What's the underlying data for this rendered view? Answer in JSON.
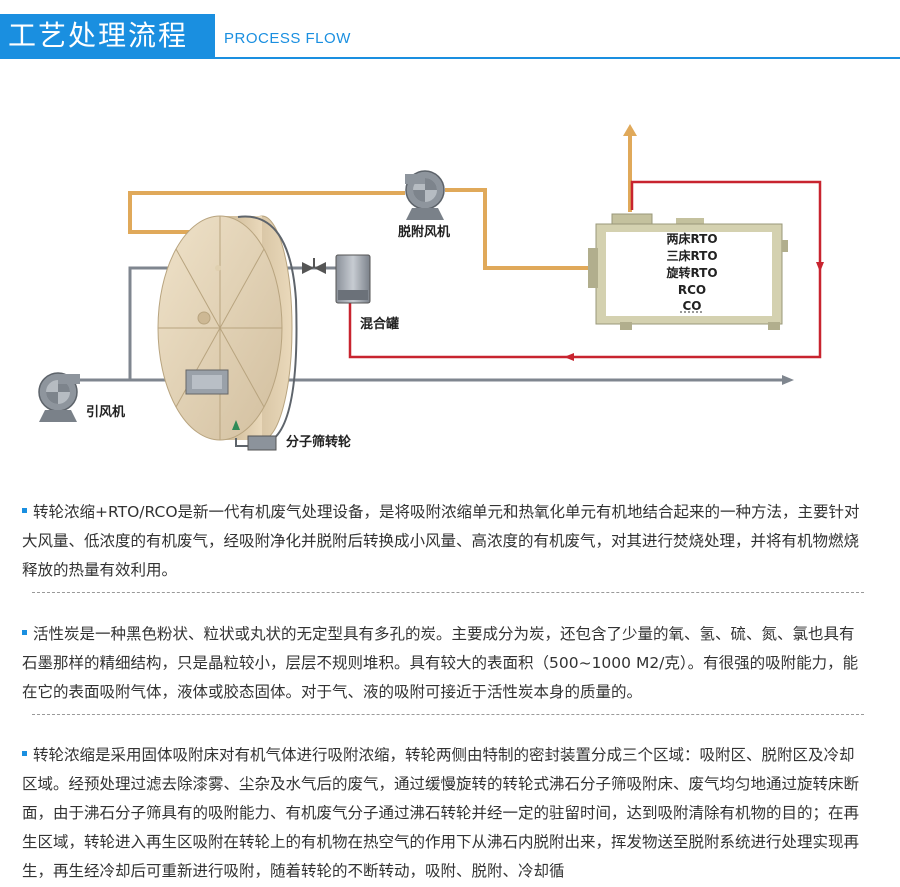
{
  "header": {
    "title": "工艺处理流程",
    "subtitle": "PROCESS FLOW"
  },
  "diagram": {
    "labels": {
      "desorption_fan": "脱附风机",
      "mixing_tank": "混合罐",
      "induced_fan": "引风机",
      "zeolite_wheel": "分子筛转轮",
      "rto_two_bed": "两床RTO",
      "rto_three_bed": "三床RTO",
      "rto_rotary": "旋转RTO",
      "rco": "RCO",
      "co": "CO"
    },
    "colors": {
      "orange_line": "#e0a95a",
      "gray_line": "#7f868f",
      "red_line": "#c8242f",
      "rto_frame": "#b9b794"
    }
  },
  "paragraphs": [
    "转轮浓缩+RTO/RCO是新一代有机废气处理设备，是将吸附浓缩单元和热氧化单元有机地结合起来的一种方法，主要针对大风量、低浓度的有机废气，经吸附净化并脱附后转换成小风量、高浓度的有机废气，对其进行焚烧处理，并将有机物燃烧释放的热量有效利用。",
    "活性炭是一种黑色粉状、粒状或丸状的无定型具有多孔的炭。主要成分为炭，还包含了少量的氧、氢、硫、氮、氯也具有石墨那样的精细结构，只是晶粒较小，层层不规则堆积。具有较大的表面积（500~1000 M2/克）。有很强的吸附能力，能在它的表面吸附气体，液体或胶态固体。对于气、液的吸附可接近于活性炭本身的质量的。",
    "转轮浓缩是采用固体吸附床对有机气体进行吸附浓缩，转轮两侧由特制的密封装置分成三个区域：吸附区、脱附区及冷却区域。经预处理过滤去除漆雾、尘杂及水气后的废气，通过缓慢旋转的转轮式沸石分子筛吸附床、废气均匀地通过旋转床断面，由于沸石分子筛具有的吸附能力、有机废气分子通过沸石转轮并经一定的驻留时间，达到吸附清除有机物的目的；在再生区域，转轮进入再生区吸附在转轮上的有机物在热空气的作用下从沸石内脱附出来，挥发物送至脱附系统进行处理实现再生，再生经冷却后可重新进行吸附，随着转轮的不断转动，吸附、脱附、冷却循"
  ]
}
